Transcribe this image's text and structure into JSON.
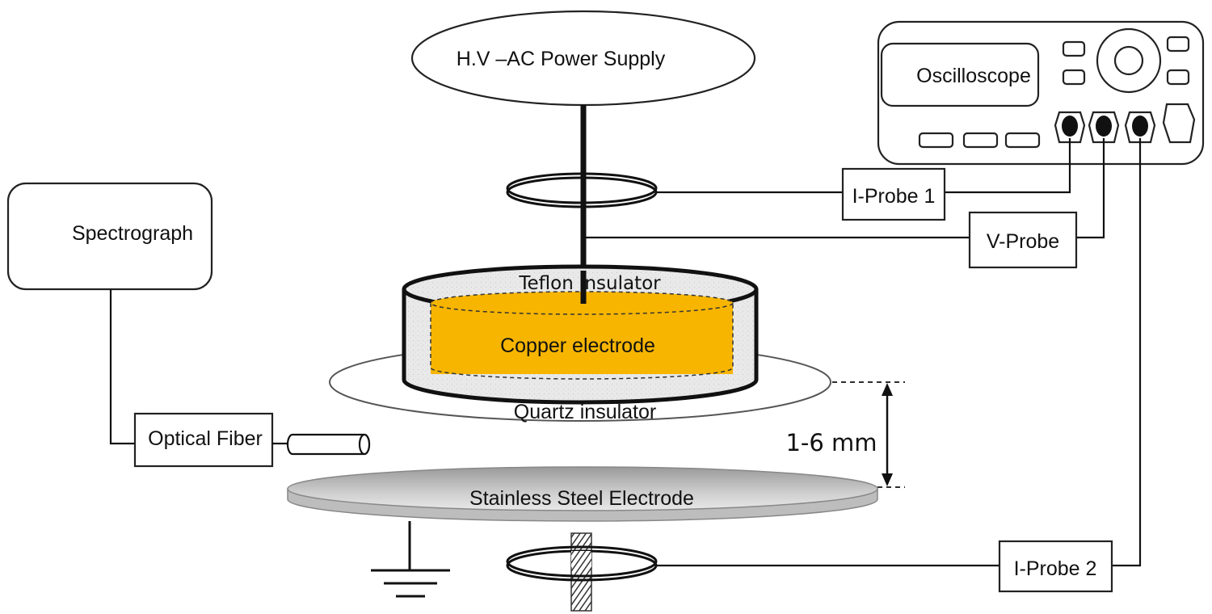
{
  "labels": {
    "power_supply": "H.V –AC Power Supply",
    "oscilloscope": "Oscilloscope",
    "spectrograph": "Spectrograph",
    "i_probe_1": "I-Probe 1",
    "v_probe": "V-Probe",
    "i_probe_2": "I-Probe 2",
    "teflon": "Teflon  insulator",
    "copper": "Copper electrode",
    "quartz": "Quartz insulator",
    "optical_fiber": "Optical Fiber",
    "gap": "1-6 mm",
    "steel": "Stainless Steel Electrode"
  },
  "colors": {
    "copper": "#f7b500",
    "teflon": "#e9e9e9",
    "steel": "#c8c8c8",
    "line": "#111111"
  },
  "icons": [
    "ground-icon",
    "oscilloscope-knob-icon",
    "oscilloscope-port-icon",
    "current-coil-icon"
  ]
}
